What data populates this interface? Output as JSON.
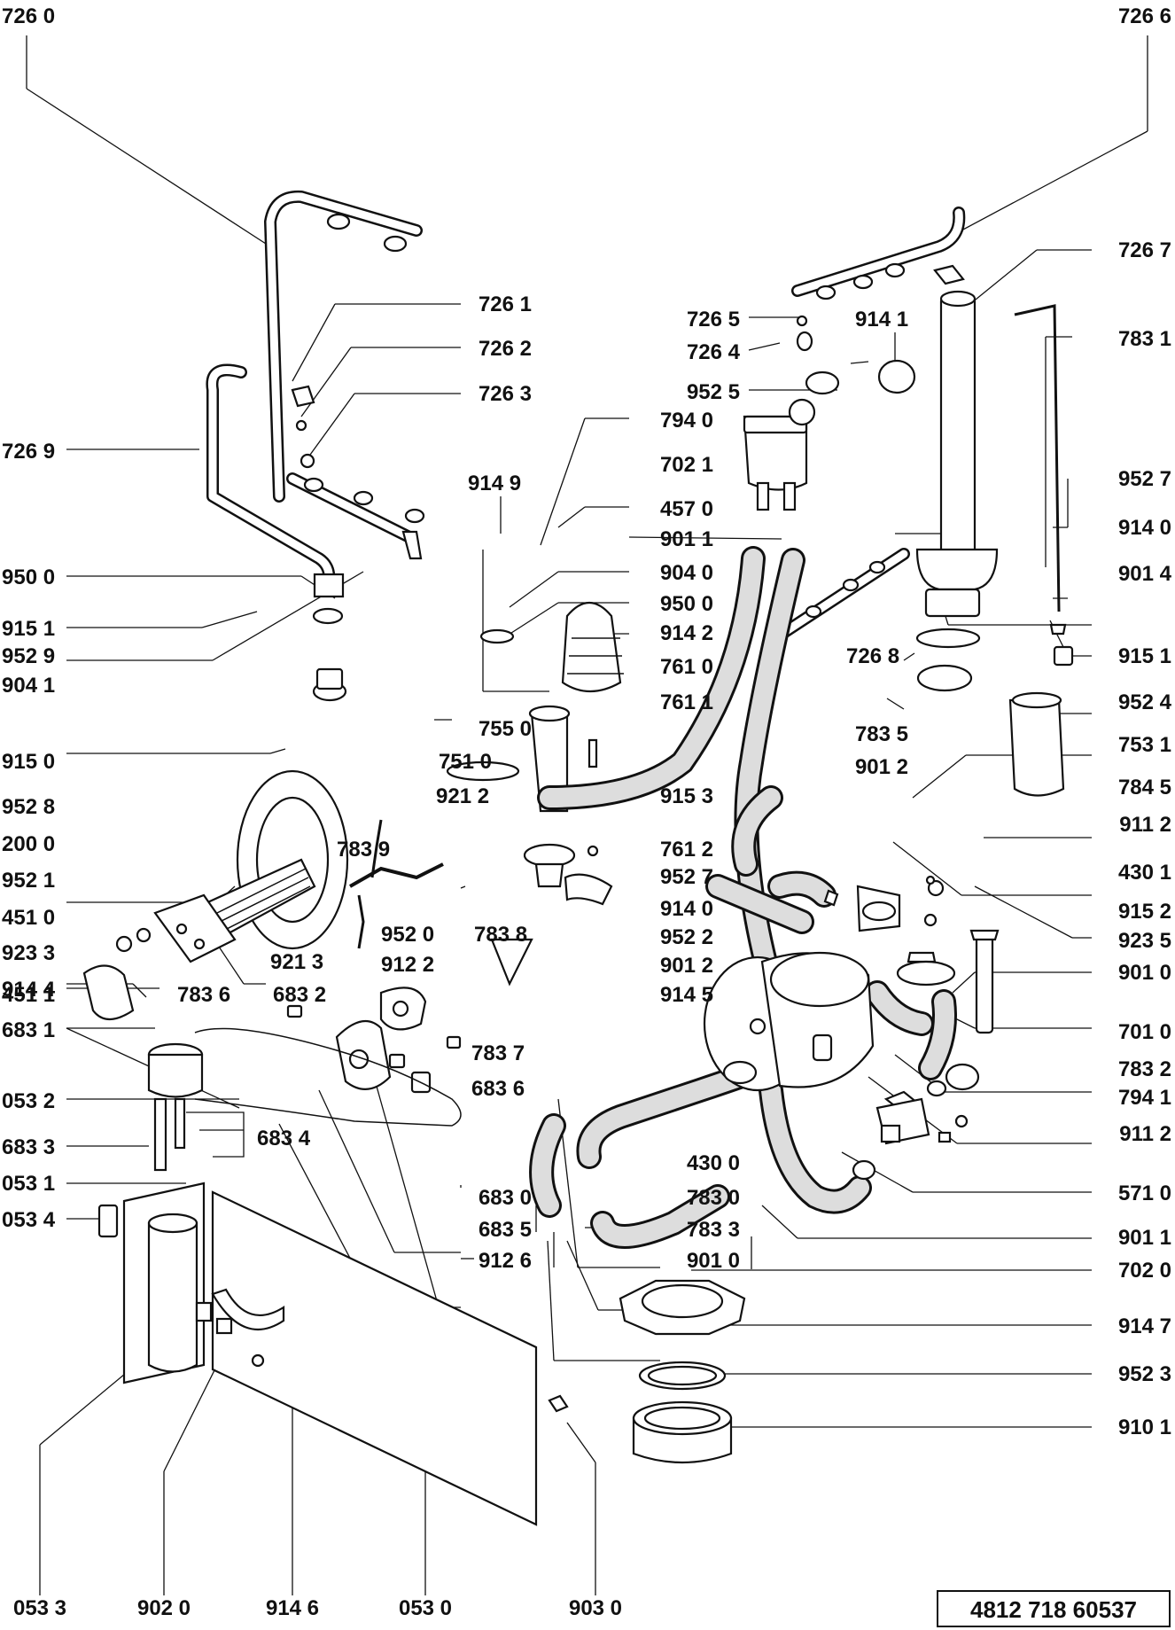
{
  "labels": {
    "l7260": "726 0",
    "l7266": "726 6",
    "l7267": "726 7",
    "l7261": "726 1",
    "l7262": "726 2",
    "l7263": "726 3",
    "l7265": "726 5",
    "l7264": "726 4",
    "l9141": "914 1",
    "l7831": "783 1",
    "l9525": "952 5",
    "l7940": "794 0",
    "l7269": "726 9",
    "l7021": "702 1",
    "l9149": "914 9",
    "l4570": "457 0",
    "l9011a": "901 1",
    "l9527a": "952 7",
    "l9140a": "914 0",
    "l9500a": "950 0",
    "l9040": "904 0",
    "l9500b": "950 0",
    "l9014": "901 4",
    "l9151a": "915 1",
    "l9142": "914 2",
    "l9529": "952 9",
    "l9041": "904 1",
    "l7610": "761 0",
    "l7268": "726 8",
    "l9151b": "915 1",
    "l9524": "952 4",
    "l7611": "761 1",
    "l9150": "915 0",
    "l7550": "755 0",
    "l7835": "783 5",
    "l7531": "753 1",
    "l7510": "751 0",
    "l9012a": "901 2",
    "l9528": "952 8",
    "l9212": "921 2",
    "l9153": "915 3",
    "l7845": "784 5",
    "l2000": "200 0",
    "l7839": "783 9",
    "l9112a": "911 2",
    "l7612": "761 2",
    "l9521": "952 1",
    "l9527b": "952 7",
    "l4301": "430 1",
    "l4510": "451 0",
    "l9140b": "914 0",
    "l9152": "915 2",
    "l9233": "923 3",
    "l9520": "952 0",
    "l7838": "783 8",
    "l9522": "952 2",
    "l9235": "923 5",
    "l9144": "914 4",
    "l9122": "912 2",
    "l9213": "921 3",
    "l9012b": "901 2",
    "l9010a": "901 0",
    "l4511": "451 1",
    "l7836": "783 6",
    "l6832": "683 2",
    "l9145": "914 5",
    "l6831": "683 1",
    "l7010": "701 0",
    "l7837": "783 7",
    "l7832": "783 2",
    "l0532": "053 2",
    "l6836": "683 6",
    "l6834": "683 4",
    "l7941": "794 1",
    "l6833": "683 3",
    "l9112b": "911 2",
    "l0531": "053 1",
    "l4300": "430 0",
    "l6830": "683 0",
    "l7830": "783 0",
    "l0534": "053 4",
    "l5710": "571 0",
    "l6835": "683 5",
    "l7833": "783 3",
    "l9011b": "901 1",
    "l9126": "912 6",
    "l9010b": "901 0",
    "l7020": "702 0",
    "l9147": "914 7",
    "l9523": "952 3",
    "l9101": "910 1",
    "l0533": "053 3",
    "l9020": "902 0",
    "l9146": "914 6",
    "l0530": "053 0",
    "l9030": "903 0"
  },
  "document_number": "4812 718 60537"
}
